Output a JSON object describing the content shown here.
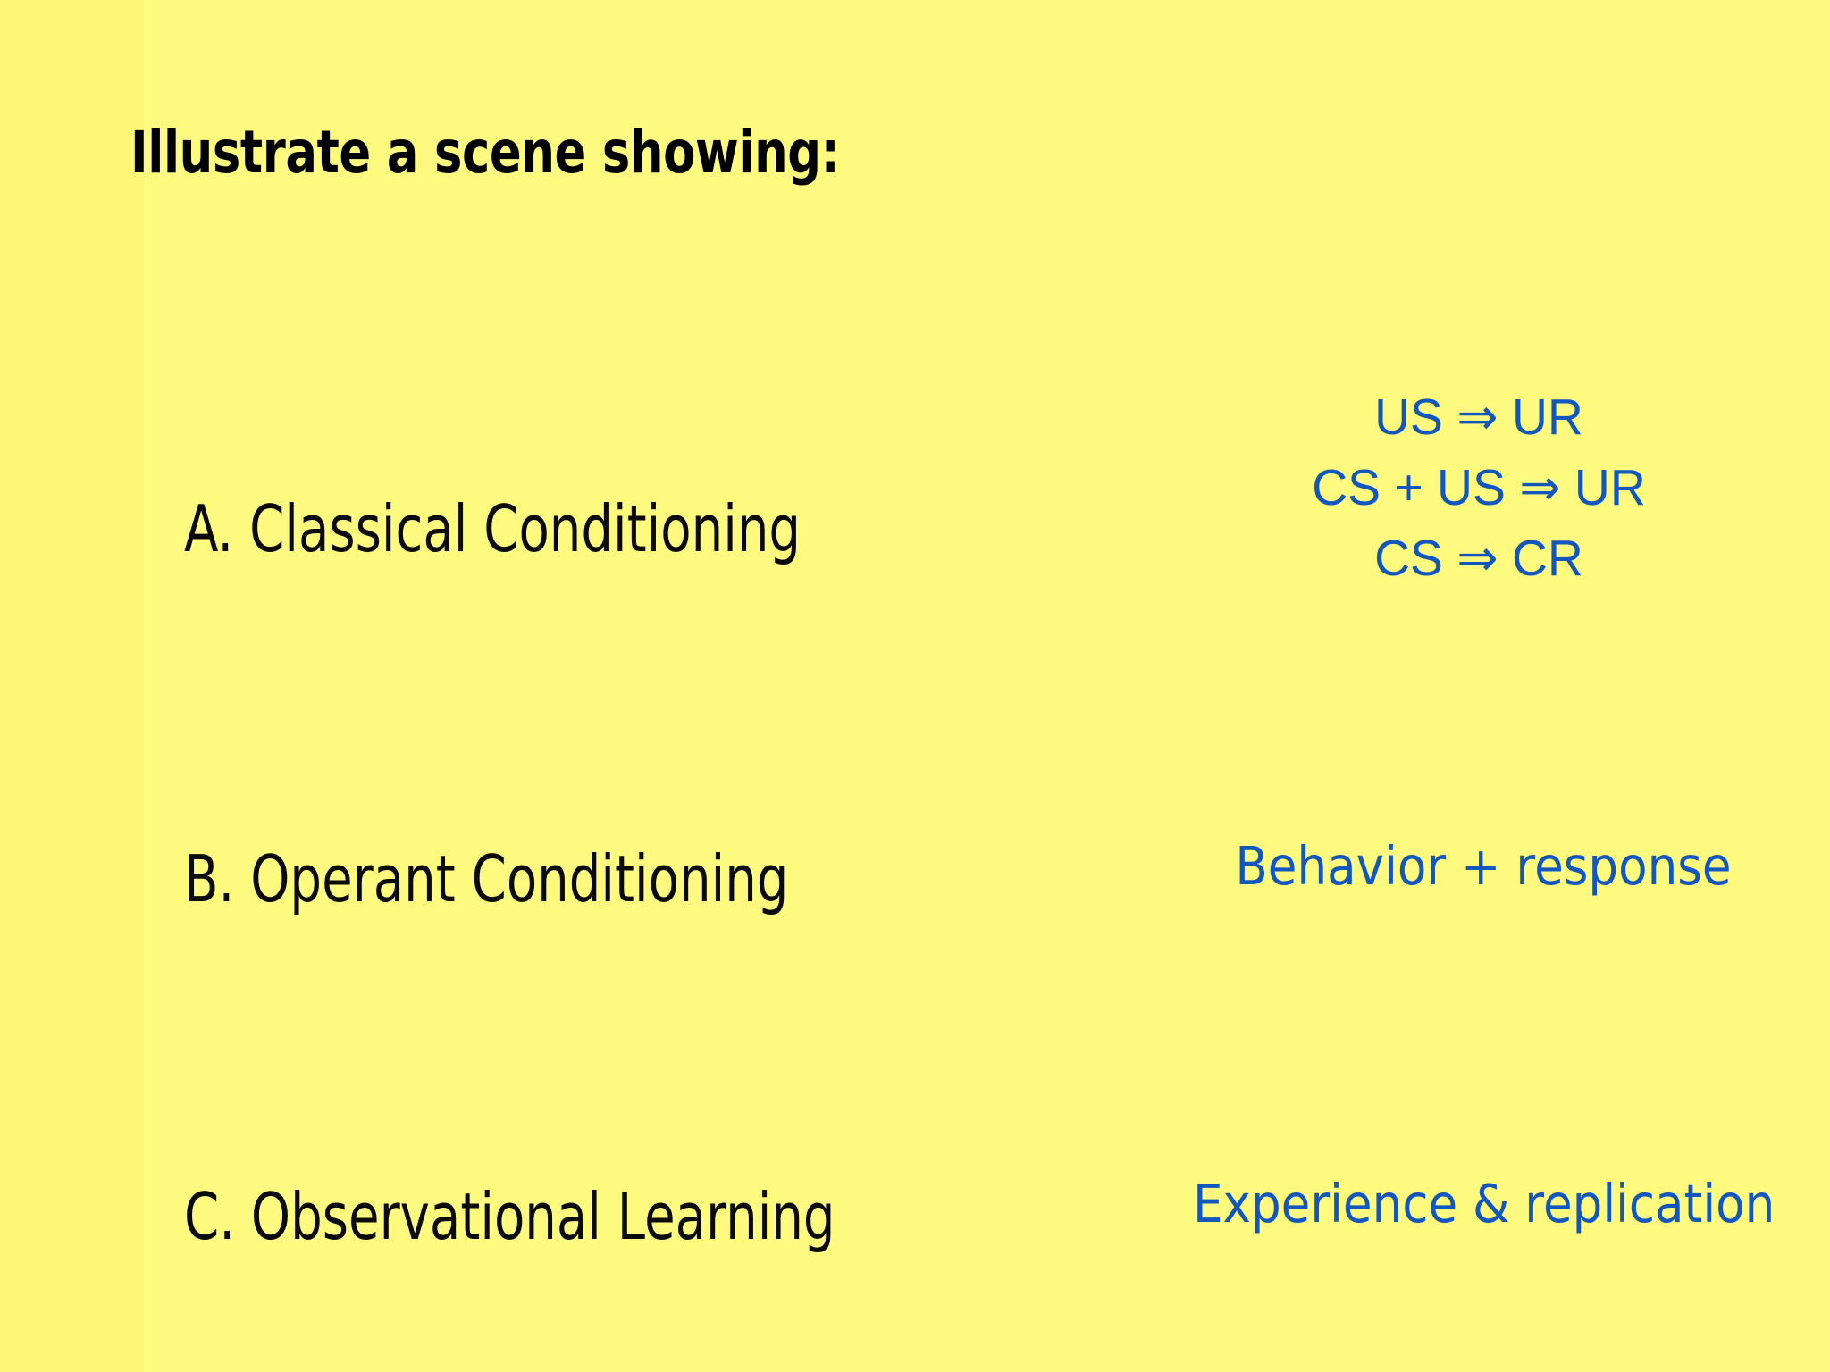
{
  "slide": {
    "title": "Illustrate a scene showing:",
    "background_color": "#fef97c",
    "title_color": "#000000",
    "item_color": "#0a0a0a",
    "annotation_color": "#1257c0"
  },
  "items": [
    {
      "letter": "A.",
      "label": "A.  Classical Conditioning",
      "name": "classical-conditioning",
      "annotation_kind": "formula-block",
      "formulas": [
        {
          "left": "US",
          "arrow": "⇒",
          "right": "UR",
          "text": "US ⇒ UR"
        },
        {
          "left": "CS + US",
          "arrow": "⇒",
          "right": "UR",
          "text": "CS + US ⇒ UR"
        },
        {
          "left": "CS",
          "arrow": "⇒",
          "right": "CR",
          "text": "CS ⇒ CR"
        }
      ]
    },
    {
      "letter": "B.",
      "label": "B.  Operant Conditioning",
      "name": "operant-conditioning",
      "annotation_kind": "single-line",
      "annotation": "Behavior + response"
    },
    {
      "letter": "C.",
      "label": "C. Observational Learning",
      "name": "observational-learning",
      "annotation_kind": "single-line",
      "annotation": "Experience & replication"
    }
  ]
}
